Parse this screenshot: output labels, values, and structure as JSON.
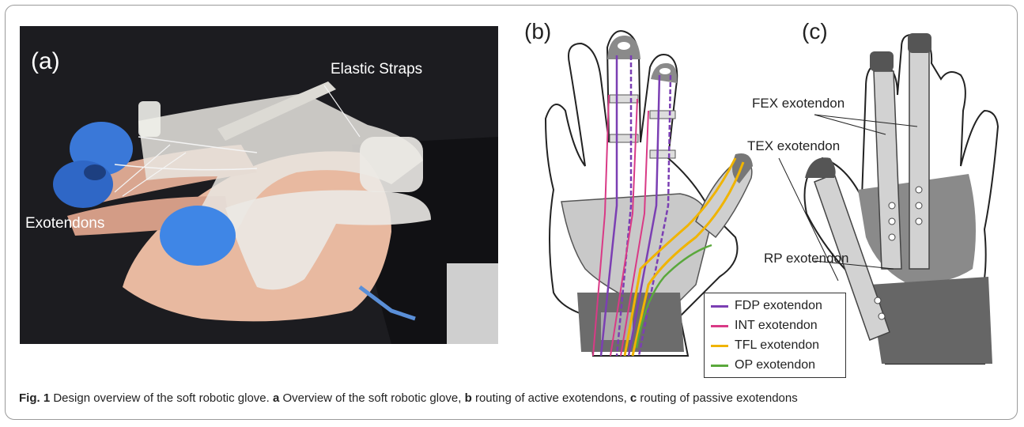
{
  "panel_a": {
    "letter": "(a)",
    "label_elastic_straps": "Elastic Straps",
    "label_exotendons": "Exotendons"
  },
  "panel_b": {
    "letter": "(b)",
    "legend": [
      {
        "label": "FDP exotendon",
        "color": "#7b3fb3"
      },
      {
        "label": "INT exotendon",
        "color": "#d93a86"
      },
      {
        "label": "TFL exotendon",
        "color": "#f0b400"
      },
      {
        "label": "OP exotendon",
        "color": "#5aa83c"
      }
    ]
  },
  "panel_c": {
    "letter": "(c)",
    "label_fex": "FEX exotendon",
    "label_tex": "TEX exotendon",
    "label_rp": "RP exotendon"
  },
  "caption": {
    "fig_label": "Fig. 1",
    "text1": "  Design overview of the soft robotic glove. ",
    "a": "a",
    "text2": " Overview of the soft robotic glove, ",
    "b": "b",
    "text3": " routing of active exotendons, ",
    "c": "c",
    "text4": " routing of passive exotendons"
  }
}
